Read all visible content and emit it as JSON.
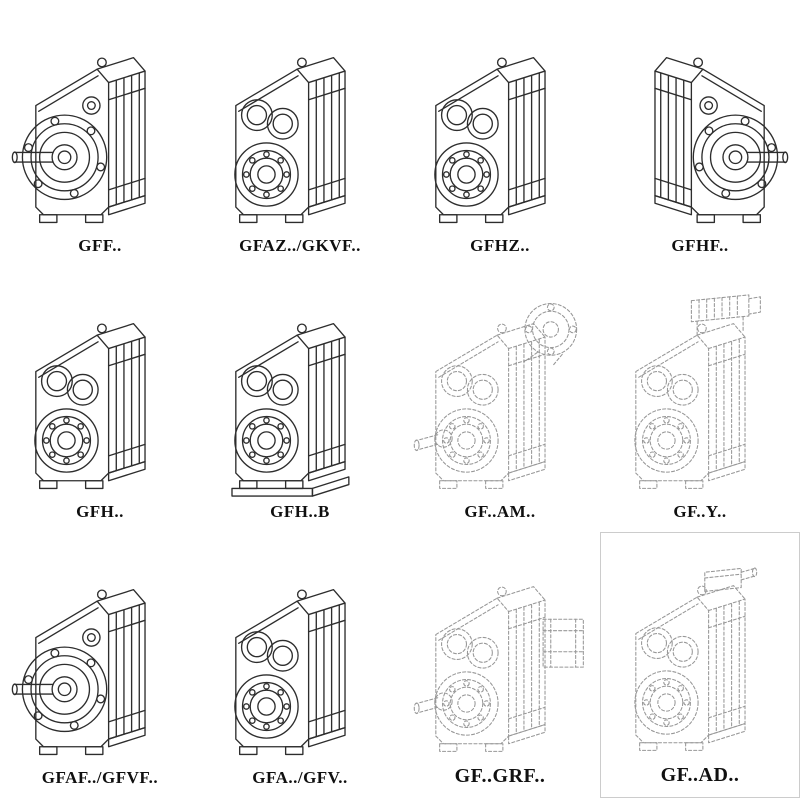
{
  "page": {
    "background": "#ffffff",
    "ink_color": "#2d2d2d",
    "phantom_color": "#979797",
    "description": "Catalog grid of 12 isometric technical line drawings of parallel shaft helical gear units"
  },
  "items": [
    {
      "label": "GFF..",
      "drawing": "gearbox-output-flange-left",
      "style": "solid"
    },
    {
      "label": "GFAZ../GKVF..",
      "drawing": "gearbox-hollow-shaft-bores",
      "style": "solid"
    },
    {
      "label": "GFHZ..",
      "drawing": "gearbox-hollow-shaft-bores",
      "style": "solid"
    },
    {
      "label": "GFHF..",
      "drawing": "gearbox-output-flange-right",
      "style": "solid"
    },
    {
      "label": "GFH..",
      "drawing": "gearbox-foot-mounted-bores",
      "style": "solid"
    },
    {
      "label": "GFH..B",
      "drawing": "gearbox-foot-mounted-baseplate",
      "style": "solid"
    },
    {
      "label": "GF..AM..",
      "drawing": "gearbox-phantom-input-flange-top",
      "style": "dashed"
    },
    {
      "label": "GF..Y..",
      "drawing": "gearbox-phantom-motor-top",
      "style": "dashed"
    },
    {
      "label": "GFAF../GFVF..",
      "drawing": "gearbox-output-flange-left",
      "style": "solid"
    },
    {
      "label": "GFA../GFV..",
      "drawing": "gearbox-hollow-shaft-bores",
      "style": "solid"
    },
    {
      "label": "GF..GRF..",
      "drawing": "gearbox-phantom-side-unit",
      "style": "dashed"
    },
    {
      "label": "GF..AD..",
      "drawing": "gearbox-phantom-input-adapter-top",
      "style": "dashed"
    }
  ]
}
